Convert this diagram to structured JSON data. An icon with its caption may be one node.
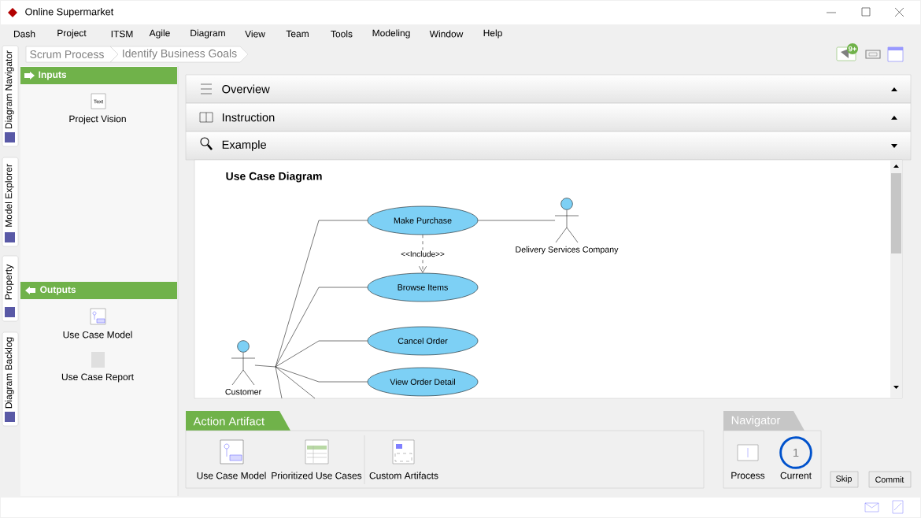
{
  "diagram": {
    "title": "Use Case Diagram",
    "nodes": [
      {
        "text": [
          "Make Purchase"
        ]
      },
      {
        "text": [
          "Delivery Services Company"
        ]
      },
      {
        "text": [
          "Browse Items"
        ]
      },
      {
        "text": [
          "Cancel Order"
        ]
      },
      {
        "text": [
          "Customer"
        ]
      },
      {
        "text": [
          "View Order Detail"
        ]
      }
    ],
    "edges": [
      {
        "from": 4,
        "to": 0,
        "arrow": "none"
      },
      {
        "from": 4,
        "to": 2,
        "arrow": "none"
      },
      {
        "from": 4,
        "to": 3,
        "arrow": "none"
      },
      {
        "from": 4,
        "to": 5,
        "arrow": "none"
      },
      {
        "from": 4,
        "to": null,
        "arrow": "none"
      },
      {
        "from": 4,
        "to": null,
        "arrow": "none"
      },
      {
        "from": 0,
        "to": 2,
        "arrow": "to",
        "style": "dashed",
        "label": "<<Include>>"
      },
      {
        "from": 0,
        "to": 1,
        "arrow": "none"
      }
    ],
    "labels": [
      "Online Supermarket",
      "Dash",
      "Project",
      "ITSM",
      "Agile",
      "Diagram",
      "View",
      "Team",
      "Tools",
      "Modeling",
      "Window",
      "Help",
      "Scrum Process",
      "Identify Business Goals",
      "9+",
      "Diagram Navigator",
      "Model Explorer",
      "Property",
      "Diagram Backlog",
      "Inputs",
      "Text",
      "Project Vision",
      "Outputs",
      "Use Case Model",
      "Use Case Report",
      "Overview",
      "Instruction",
      "Example",
      "Action Artifact",
      "Use Case Model",
      "Prioritized Use Cases",
      "Custom Artifacts",
      "Navigator",
      "1",
      "Process",
      "Current",
      "Skip",
      "Commit"
    ]
  }
}
